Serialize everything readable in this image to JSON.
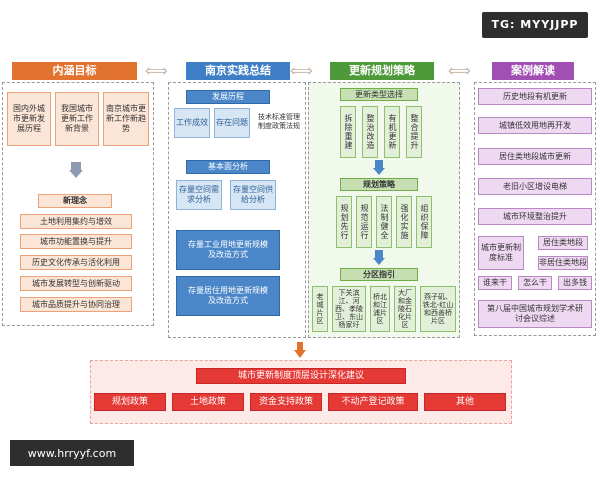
{
  "watermark_top": "TG: MYYJJPP",
  "watermark_bottom": "www.hrryyf.com",
  "col1": {
    "title": "内涵目标",
    "top_boxes": [
      "国内外城市更新发展历程",
      "我国城市更新工作新背景",
      "南京城市更新工作新趋势"
    ],
    "concept_title": "新理念",
    "concepts": [
      "土地利用集约与增效",
      "城市功能置换与提升",
      "历史文化传承与活化利用",
      "城市发展转型与创新驱动",
      "城市品质提升与协同治理"
    ]
  },
  "col2": {
    "title": "南京实践总结",
    "history_title": "发展历程",
    "history_items": [
      "工作成效",
      "存在问题"
    ],
    "history_side": "技术标准管理制度政策法规",
    "basic_title": "基本面分析",
    "basic_items": [
      "存量空间需求分析",
      "存量空间供给分析"
    ],
    "industrial": "存量工业用地更新规模及改造方式",
    "residential": "存量居住用地更新规模及改造方式"
  },
  "col3": {
    "title": "更新规划策略",
    "types_title": "更新类型选择",
    "types": [
      "拆除重建",
      "整治改造",
      "有机更新",
      "整合提升"
    ],
    "strategy_title": "规划策略",
    "strategies": [
      "规划先行",
      "规范运行",
      "法制健全",
      "强化实施",
      "组织保障"
    ],
    "zone_title": "分区指引",
    "zones": [
      "老城片区",
      "下关滨江、河西、孝陵卫、东山杨家圩",
      "桥北和江浦片区",
      "大厂和金陵石化片区",
      "燕子矶、铁北-红山和西善桥片区"
    ]
  },
  "col4": {
    "title": "案例解读",
    "cases": [
      "历史地段有机更新",
      "城镇低效用地再开发",
      "居住类地段城市更新",
      "老旧小区增设电梯",
      "城市环境整治提升"
    ],
    "standard_label": "城市更新制度标准",
    "standard_items": [
      "居住类地段",
      "非居住类地段"
    ],
    "triple": [
      "谁来干",
      "怎么干",
      "出多钱"
    ],
    "conference": "第八届中国城市规划学术研讨会议综述"
  },
  "bottom": {
    "title": "城市更新制度顶层设计深化建议",
    "items": [
      "规划政策",
      "土地政策",
      "资金支持政策",
      "不动产登记政策",
      "其他"
    ]
  },
  "colors": {
    "orange": "#e2732f",
    "blue": "#3d7ec4",
    "green": "#4e9a3a",
    "purple": "#a24fb3",
    "red": "#e53935"
  }
}
